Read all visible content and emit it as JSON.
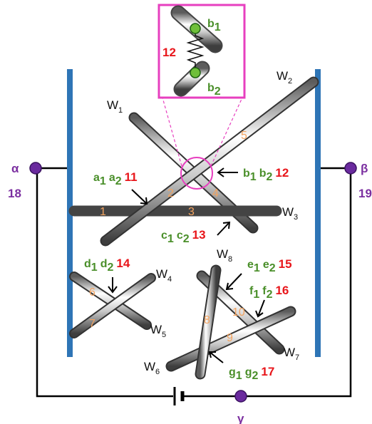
{
  "colors": {
    "electrode": "#2e75b6",
    "pink": "#e73fbf",
    "green": "#4a8f2a",
    "red": "#e8161b",
    "purple": "#6a2a9e",
    "segment": "#f4a460"
  },
  "terminals": {
    "alpha": {
      "symbol": "α",
      "num": "18"
    },
    "beta": {
      "symbol": "β",
      "num": "19"
    },
    "gamma": {
      "symbol": "γ"
    }
  },
  "wires": {
    "w1": {
      "main": "W",
      "sub": "1"
    },
    "w2": {
      "main": "W",
      "sub": "2"
    },
    "w3": {
      "main": "W",
      "sub": "3"
    },
    "w4": {
      "main": "W",
      "sub": "4"
    },
    "w5": {
      "main": "W",
      "sub": "5"
    },
    "w6": {
      "main": "W",
      "sub": "6"
    },
    "w7": {
      "main": "W",
      "sub": "7"
    },
    "w8": {
      "main": "W",
      "sub": "8"
    }
  },
  "segments": {
    "s1": "1",
    "s2": "2",
    "s3": "3",
    "s4": "4",
    "s5": "5",
    "s6": "6",
    "s7": "7",
    "s8": "8",
    "s9": "9",
    "s10": "10"
  },
  "junctions": {
    "a": {
      "n1": "a",
      "s1": "1",
      "n2": "a",
      "s2": "2",
      "num": "11"
    },
    "b": {
      "n1": "b",
      "s1": "1",
      "n2": "b",
      "s2": "2",
      "num": "12"
    },
    "c": {
      "n1": "c",
      "s1": "1",
      "n2": "c",
      "s2": "2",
      "num": "13"
    },
    "d": {
      "n1": "d",
      "s1": "1",
      "n2": "d",
      "s2": "2",
      "num": "14"
    },
    "e": {
      "n1": "e",
      "s1": "1",
      "n2": "e",
      "s2": "2",
      "num": "15"
    },
    "f": {
      "n1": "f",
      "s1": "1",
      "n2": "f",
      "s2": "2",
      "num": "16"
    },
    "g": {
      "n1": "g",
      "s1": "1",
      "n2": "g",
      "s2": "2",
      "num": "17"
    }
  },
  "inset": {
    "top": {
      "main": "b",
      "sub": "1"
    },
    "bottom": {
      "main": "b",
      "sub": "2"
    },
    "num": "12"
  }
}
